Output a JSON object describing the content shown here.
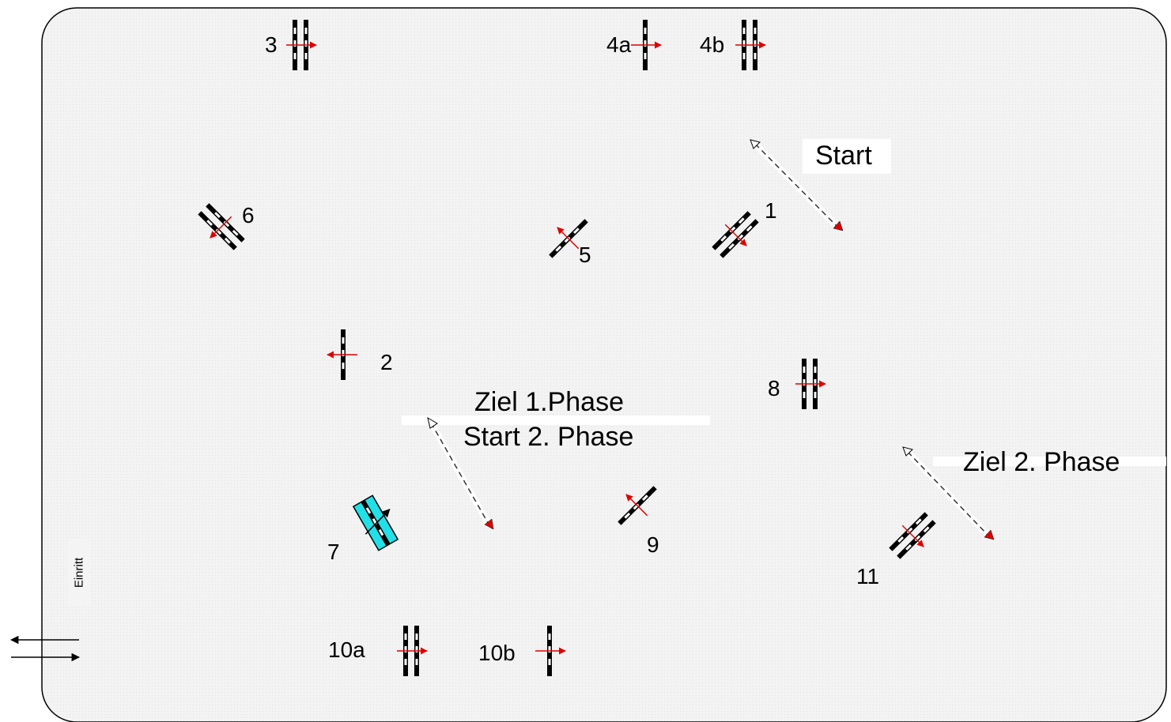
{
  "course": {
    "background_color": "#f2f2f2",
    "jump_color": "#000000",
    "direction_color": "#e00000",
    "water_color": "#22e0e8",
    "obstacles": [
      {
        "number": "1",
        "type": "oxer",
        "angle": 45
      },
      {
        "number": "2",
        "type": "vertical",
        "angle": 0
      },
      {
        "number": "3",
        "type": "oxer",
        "angle": 0
      },
      {
        "number": "4a",
        "type": "vertical",
        "angle": 0
      },
      {
        "number": "4b",
        "type": "oxer",
        "angle": 0
      },
      {
        "number": "5",
        "type": "vertical",
        "angle": -135
      },
      {
        "number": "6",
        "type": "oxer",
        "angle": 135
      },
      {
        "number": "7",
        "type": "water",
        "angle": -30
      },
      {
        "number": "8",
        "type": "oxer",
        "angle": 0
      },
      {
        "number": "9",
        "type": "vertical",
        "angle": -135
      },
      {
        "number": "10a",
        "type": "oxer",
        "angle": 0
      },
      {
        "number": "10b",
        "type": "vertical",
        "angle": 0
      },
      {
        "number": "11",
        "type": "oxer",
        "angle": 45
      }
    ],
    "lines": {
      "start": "Start",
      "ziel_1": "Ziel 1.Phase",
      "start_2": "Start 2. Phase",
      "ziel_2": "Ziel 2. Phase"
    },
    "entrance": "Einritt"
  }
}
